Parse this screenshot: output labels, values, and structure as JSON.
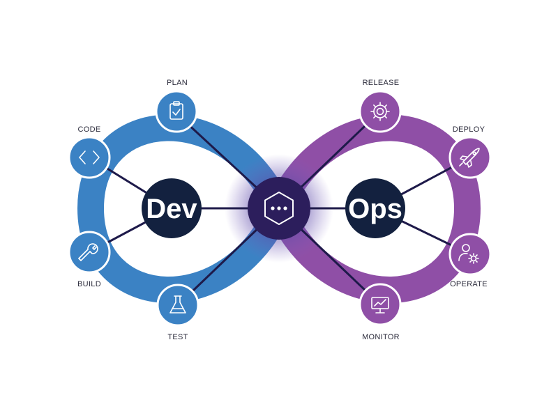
{
  "hubs": {
    "dev": "Dev",
    "ops": "Ops"
  },
  "stages": {
    "plan": "PLAN",
    "code": "CODE",
    "build": "BUILD",
    "test": "TEST",
    "release": "RELEASE",
    "deploy": "DEPLOY",
    "operate": "OPERATE",
    "monitor": "MONITOR"
  },
  "center": {
    "icon": "chat-hexagon-icon"
  },
  "icons": {
    "plan": "clipboard-check-icon",
    "code": "code-brackets-icon",
    "build": "wrench-icon",
    "test": "flask-icon",
    "release": "gear-icon",
    "deploy": "rocket-icon",
    "operate": "user-gear-icon",
    "monitor": "monitor-chart-icon"
  },
  "colors": {
    "dev_blue": "#3b82c4",
    "ops_purple": "#8f4fa6",
    "hub_navy": "#13213f",
    "center_purple": "#2c1e5c",
    "connector": "#1e1a4a"
  }
}
